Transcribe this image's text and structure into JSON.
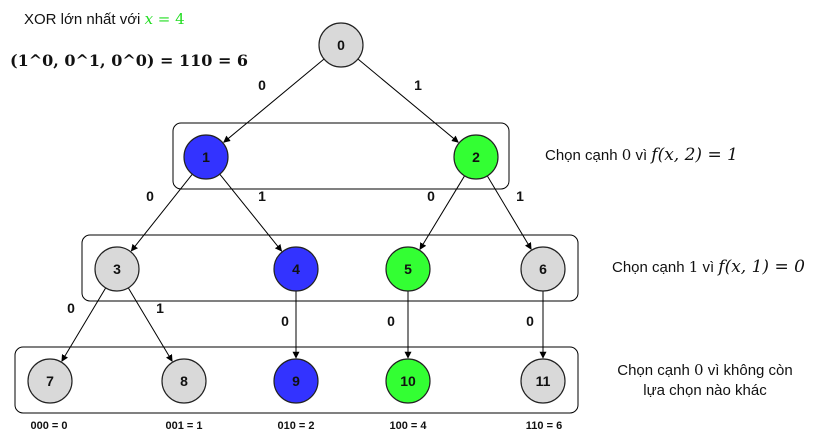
{
  "header": {
    "prefix": "XOR lớn nhất với",
    "var": "x",
    "eq": " = 4",
    "line2": "(1^0, 0^1, 0^0) = 110 = 6"
  },
  "nodes": [
    {
      "id": "0",
      "color": "#d9d9d9"
    },
    {
      "id": "1",
      "color": "#3333ff"
    },
    {
      "id": "2",
      "color": "#33ff33"
    },
    {
      "id": "3",
      "color": "#d9d9d9"
    },
    {
      "id": "4",
      "color": "#3333ff"
    },
    {
      "id": "5",
      "color": "#33ff33"
    },
    {
      "id": "6",
      "color": "#d9d9d9"
    },
    {
      "id": "7",
      "color": "#d9d9d9"
    },
    {
      "id": "8",
      "color": "#d9d9d9"
    },
    {
      "id": "9",
      "color": "#3333ff"
    },
    {
      "id": "10",
      "color": "#33ff33"
    },
    {
      "id": "11",
      "color": "#d9d9d9"
    }
  ],
  "edges": [
    {
      "from": "0",
      "to": "1",
      "label": "0"
    },
    {
      "from": "0",
      "to": "2",
      "label": "1"
    },
    {
      "from": "1",
      "to": "3",
      "label": "0"
    },
    {
      "from": "1",
      "to": "4",
      "label": "1"
    },
    {
      "from": "2",
      "to": "5",
      "label": "0"
    },
    {
      "from": "2",
      "to": "6",
      "label": "1"
    },
    {
      "from": "3",
      "to": "7",
      "label": "0"
    },
    {
      "from": "3",
      "to": "8",
      "label": "1"
    },
    {
      "from": "4",
      "to": "9",
      "label": "0"
    },
    {
      "from": "5",
      "to": "10",
      "label": "0"
    },
    {
      "from": "6",
      "to": "11",
      "label": "0"
    }
  ],
  "leaf_values": [
    "000 = 0",
    "001 = 1",
    "010 = 2",
    "100 = 4",
    "110 = 6"
  ],
  "notes": {
    "level1": {
      "text": "Chọn cạnh",
      "bit": "0",
      "mid": "vì",
      "formula": "f(x, 2) = 1"
    },
    "level2": {
      "text": "Chọn cạnh",
      "bit": "1",
      "mid": "vì",
      "formula": "f(x, 1) = 0"
    },
    "level3": {
      "line1_a": "Chọn cạnh",
      "bit": "0",
      "line1_b": "vì không còn",
      "line2": "lựa chọn nào khác"
    }
  }
}
